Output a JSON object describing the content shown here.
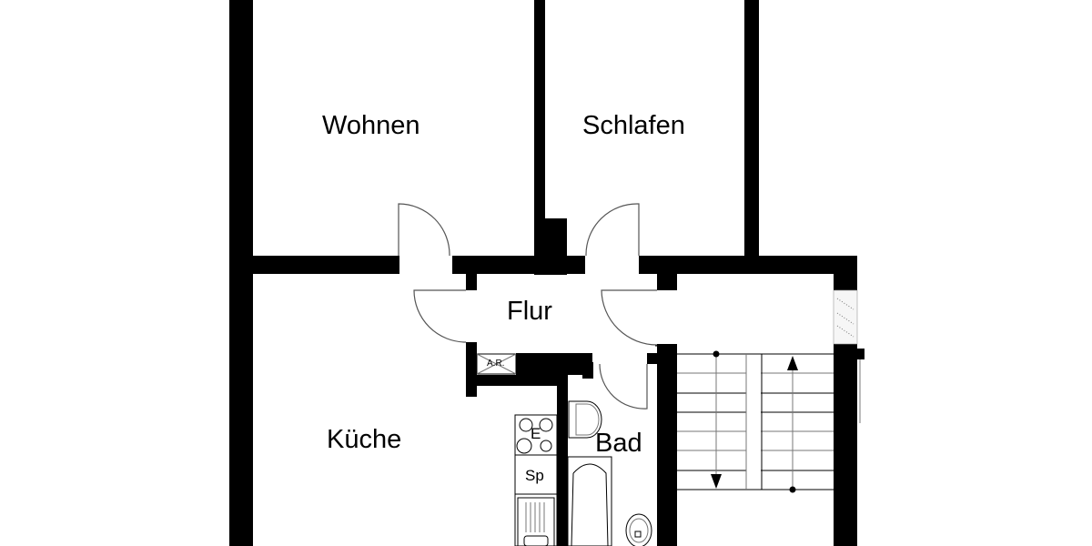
{
  "plan": {
    "rooms": {
      "wohnen": "Wohnen",
      "schlafen": "Schlafen",
      "flur": "Flur",
      "kueche": "Küche",
      "bad": "Bad"
    },
    "fixtures": {
      "stove": "E",
      "dishwasher": "Sp",
      "utility_room": "A.R."
    },
    "colors": {
      "wall": "#000000",
      "background": "#ffffff",
      "line": "#777777"
    }
  }
}
